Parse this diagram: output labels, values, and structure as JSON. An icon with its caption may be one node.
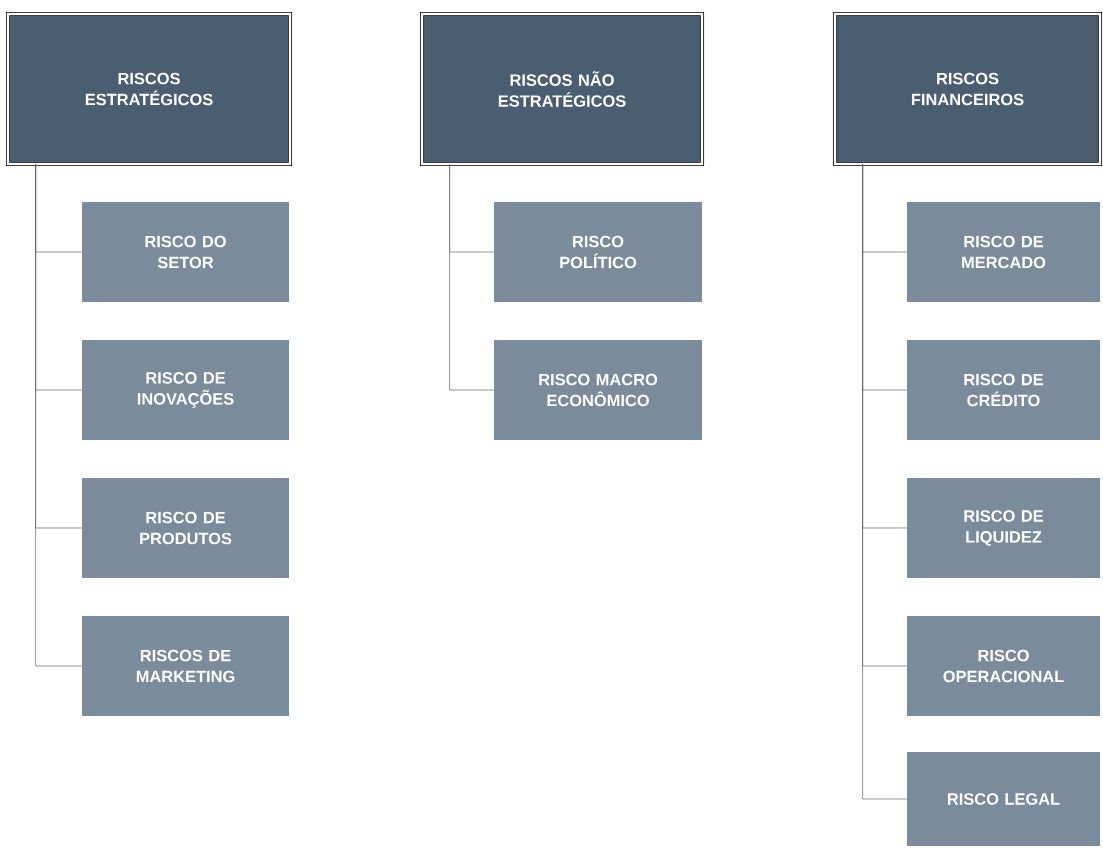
{
  "diagram": {
    "nodes": [
      {
        "text": [
          "RISCOS ESTRATÉGICOS"
        ]
      },
      {
        "text": [
          "RISCO DO SETOR"
        ]
      },
      {
        "text": [
          "RISCO DE INOVAÇÕES"
        ]
      },
      {
        "text": [
          "RISCO DE PRODUTOS"
        ]
      },
      {
        "text": [
          "RISCOS DE MARKETING"
        ]
      },
      {
        "text": [
          "RISCOS NÃO ESTRATÉGICOS"
        ]
      },
      {
        "text": [
          "RISCO POLÍTICO"
        ]
      },
      {
        "text": [
          "RISCO MACRO ECONÔMICO"
        ]
      },
      {
        "text": [
          "RISCOS FINANCEIROS"
        ]
      },
      {
        "text": [
          "RISCO DE MERCADO"
        ]
      },
      {
        "text": [
          "RISCO DE CRÉDITO"
        ]
      },
      {
        "text": [
          "RISCO DE LIQUIDEZ"
        ]
      },
      {
        "text": [
          "RISCO OPERACIONAL"
        ]
      },
      {
        "text": [
          "RISCO LEGAL"
        ]
      }
    ],
    "edges": [
      {
        "from": 0,
        "to": 1,
        "arrow": "none"
      },
      {
        "from": 0,
        "to": 2,
        "arrow": "none"
      },
      {
        "from": 0,
        "to": 3,
        "arrow": "none"
      },
      {
        "from": 0,
        "to": 4,
        "arrow": "none"
      },
      {
        "from": 5,
        "to": 6,
        "arrow": "none"
      },
      {
        "from": 5,
        "to": 7,
        "arrow": "none"
      },
      {
        "from": 8,
        "to": 9,
        "arrow": "none"
      },
      {
        "from": 8,
        "to": 10,
        "arrow": "none"
      },
      {
        "from": 8,
        "to": 11,
        "arrow": "none"
      },
      {
        "from": 8,
        "to": 12,
        "arrow": "none"
      },
      {
        "from": 8,
        "to": 13,
        "arrow": "none"
      }
    ]
  }
}
